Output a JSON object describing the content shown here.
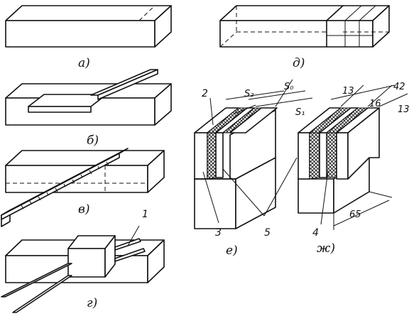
{
  "panels": {
    "a": "а)",
    "b": "б)",
    "v": "в)",
    "g": "г)",
    "d": "д)",
    "e": "е)",
    "zh": "ж)"
  },
  "callouts": {
    "c1": "1",
    "c2": "2",
    "c3": "3",
    "c4": "4",
    "c5": "5"
  },
  "dimensions": {
    "s2": "S₂",
    "s0": "S₀",
    "s1": "S₁",
    "d13a": "13",
    "d16": "16",
    "d42": "42",
    "d13b": "13",
    "d65": "65"
  }
}
